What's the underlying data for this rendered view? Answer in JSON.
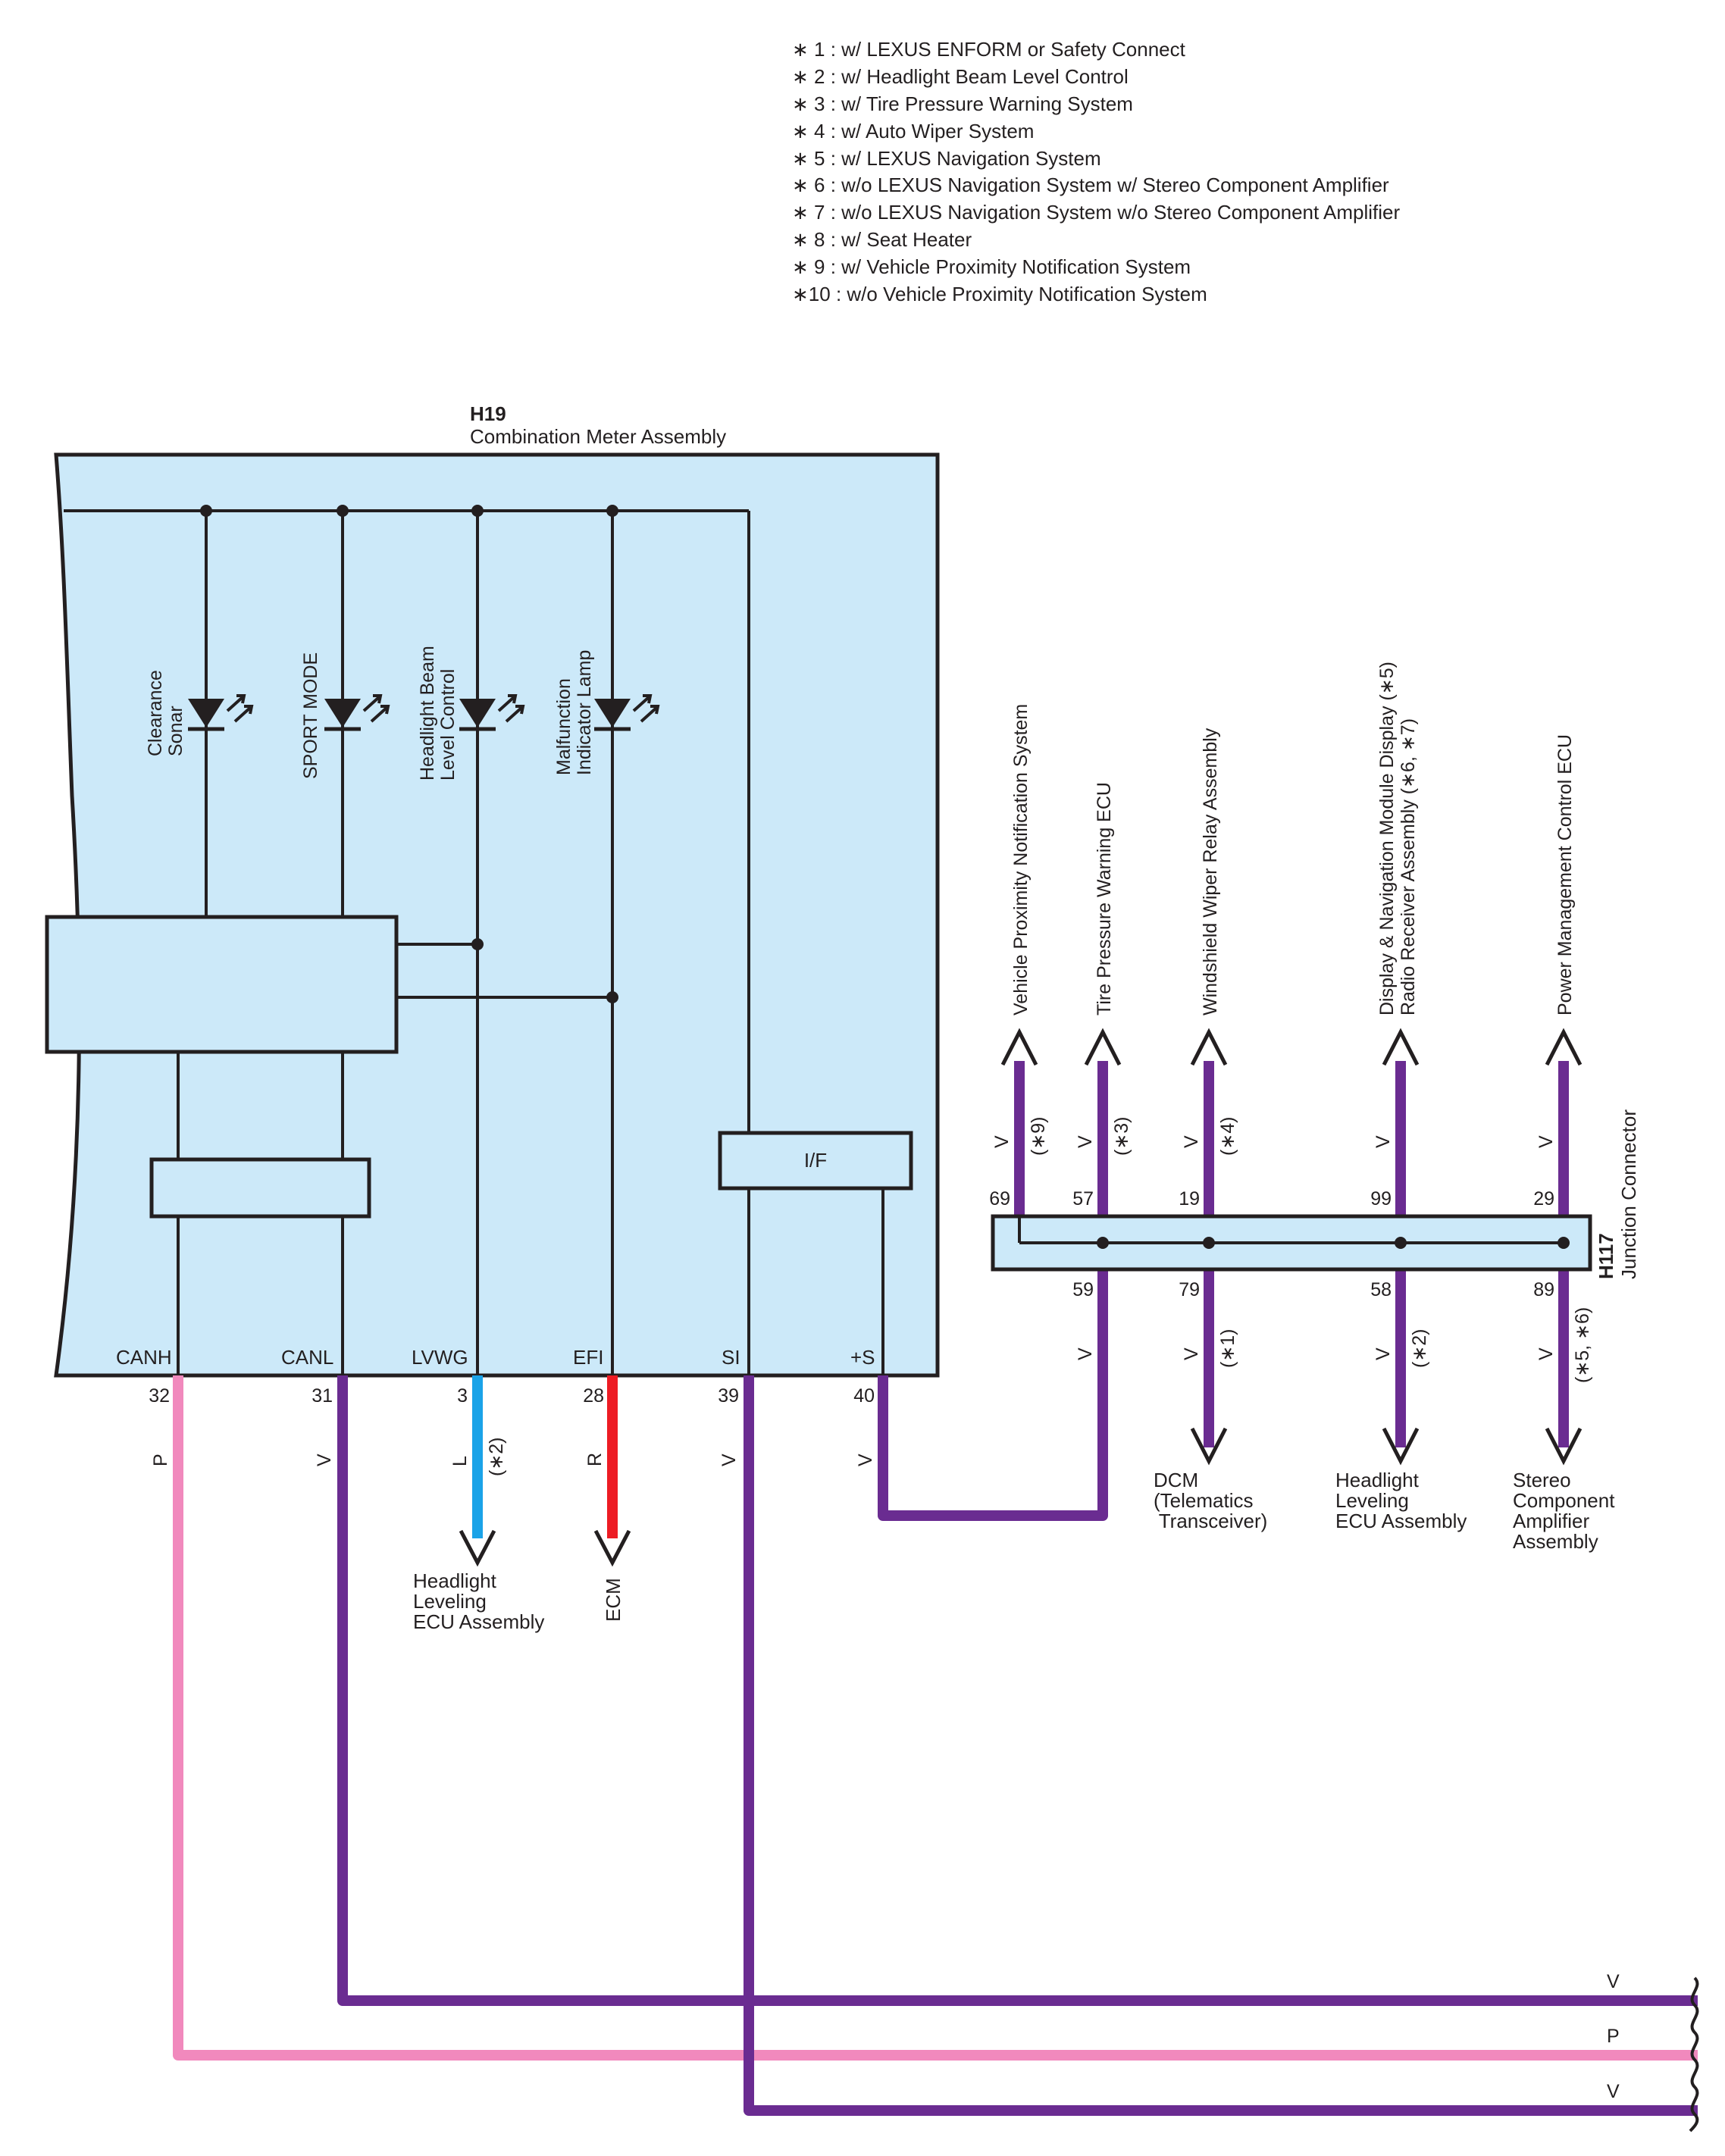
{
  "notes": [
    {
      "mark": "∗",
      "num": " 1",
      "text": " : w/ LEXUS ENFORM or Safety Connect"
    },
    {
      "mark": "∗",
      "num": " 2",
      "text": " : w/ Headlight Beam Level Control"
    },
    {
      "mark": "∗",
      "num": " 3",
      "text": " : w/ Tire Pressure Warning System"
    },
    {
      "mark": "∗",
      "num": " 4",
      "text": " : w/ Auto Wiper System"
    },
    {
      "mark": "∗",
      "num": " 5",
      "text": " : w/ LEXUS Navigation System"
    },
    {
      "mark": "∗",
      "num": " 6",
      "text": " : w/o LEXUS Navigation System w/ Stereo Component Amplifier"
    },
    {
      "mark": "∗",
      "num": " 7",
      "text": " : w/o LEXUS Navigation System w/o Stereo Component Amplifier"
    },
    {
      "mark": "∗",
      "num": " 8",
      "text": " : w/ Seat Heater"
    },
    {
      "mark": "∗",
      "num": " 9",
      "text": " : w/ Vehicle Proximity Notification System"
    },
    {
      "mark": "∗",
      "num": "10",
      "text": " : w/o Vehicle Proximity Notification System"
    }
  ],
  "meter": {
    "code": "H19",
    "name": "Combination Meter Assembly",
    "lamps": {
      "clearance_1": "Clearance",
      "clearance_2": "Sonar",
      "sport": "SPORT MODE",
      "headlight_1": "Headlight Beam",
      "headlight_2": "Level Control",
      "malfunction_1": "Malfunction",
      "malfunction_2": "Indicator Lamp"
    },
    "if_label": "I/F",
    "terminals": {
      "canh": {
        "name": "CANH",
        "pin": "32",
        "color": "P"
      },
      "canl": {
        "name": "CANL",
        "pin": "31",
        "color": "V"
      },
      "lvwg": {
        "name": "LVWG",
        "pin": "3",
        "color": "L",
        "note": "(∗2)"
      },
      "efi": {
        "name": "EFI",
        "pin": "28",
        "color": "R"
      },
      "si": {
        "name": "SI",
        "pin": "39",
        "color": "V"
      },
      "s": {
        "name": "+S",
        "pin": "40",
        "color": "V"
      }
    },
    "lvwg_dest_1": "Headlight",
    "lvwg_dest_2": "Leveling",
    "lvwg_dest_3": "ECU Assembly",
    "efi_dest": "ECM"
  },
  "junction": {
    "code": "H117",
    "name": "Junction Connector",
    "top": {
      "vpns": {
        "pin": "69",
        "color": "V",
        "note": "(∗9)",
        "dest": "Vehicle Proximity Notification System"
      },
      "tpw": {
        "pin": "57",
        "color": "V",
        "note": "(∗3)",
        "dest": "Tire Pressure Warning ECU"
      },
      "wiper": {
        "pin": "19",
        "color": "V",
        "note": "(∗4)",
        "dest": "Windshield Wiper Relay Assembly"
      },
      "display": {
        "pin": "99",
        "color": "V",
        "dest_1": "Display & Navigation Module Display (∗5)",
        "dest_2": "Radio Receiver Assembly (∗6, ∗7)"
      },
      "pm": {
        "pin": "29",
        "color": "V",
        "dest": "Power Management Control ECU"
      }
    },
    "bottom": {
      "p59": {
        "pin": "59",
        "color": "V"
      },
      "dcm": {
        "pin": "79",
        "color": "V",
        "note": "(∗1)",
        "dest_1": "DCM",
        "dest_2": "(Telematics",
        "dest_3": " Transceiver)"
      },
      "hl": {
        "pin": "58",
        "color": "V",
        "note": "(∗2)",
        "dest_1": "Headlight",
        "dest_2": "Leveling",
        "dest_3": "ECU Assembly"
      },
      "amp": {
        "pin": "89",
        "color": "V",
        "note": "(∗5, ∗6)",
        "dest_1": "Stereo",
        "dest_2": "Component",
        "dest_3": "Amplifier",
        "dest_4": "Assembly"
      }
    }
  },
  "bus": {
    "v_upper": "V",
    "p": "P",
    "v_lower": "V"
  },
  "colors": {
    "meter_fill": "#cce9f9",
    "outline": "#231f20",
    "violet": "#6a2c91",
    "pink": "#f189bd",
    "blue": "#1aa3e8",
    "red": "#ed1c24"
  }
}
